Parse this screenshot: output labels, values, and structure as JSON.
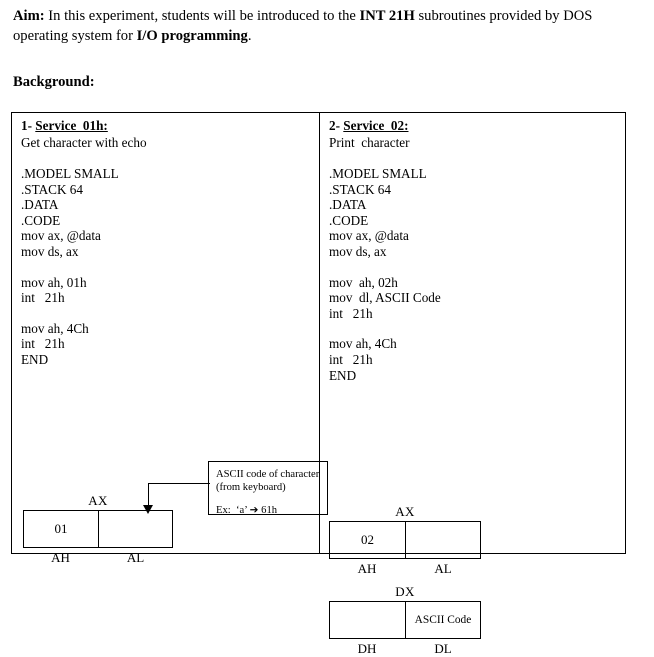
{
  "aim": {
    "label": "Aim:",
    "text_1": " In this experiment, students will be introduced to the ",
    "bold_1": "INT 21H",
    "text_2": " subroutines provided by DOS operating system for ",
    "bold_2": "I/O programming",
    "text_3": "."
  },
  "background_heading": "Background:",
  "services": [
    {
      "number": "1- ",
      "title": "Service  01h:",
      "subtitle": "Get character with echo",
      "code": ".MODEL SMALL\n.STACK 64\n.DATA\n.CODE\nmov ax, @data\nmov ds, ax",
      "code2": "mov ah, 01h\nint   21h",
      "code3": "mov ah, 4Ch\nint   21h\nEND",
      "registers": [
        {
          "name": "AX",
          "high_value": "01",
          "low_value": "",
          "high_label": "AH",
          "low_label": "AL"
        }
      ]
    },
    {
      "number": "2- ",
      "title": "Service  02:",
      "subtitle": "Print  character",
      "code": ".MODEL SMALL\n.STACK 64\n.DATA\n.CODE\nmov ax, @data\nmov ds, ax",
      "code2": "mov  ah, 02h\nmov  dl, ASCII Code\nint   21h",
      "code3": "mov ah, 4Ch\nint   21h\nEND",
      "registers": [
        {
          "name": "AX",
          "high_value": "02",
          "low_value": "",
          "high_label": "AH",
          "low_label": "AL"
        },
        {
          "name": "DX",
          "high_value": "",
          "low_value": "ASCII Code",
          "high_label": "DH",
          "low_label": "DL"
        }
      ]
    }
  ],
  "callout": {
    "line1": "ASCII  code of character",
    "line2": "(from keyboard)",
    "example": "Ex:  ‘a’ ➔ 61h"
  },
  "colors": {
    "ink": "#000000",
    "page": "#ffffff"
  }
}
